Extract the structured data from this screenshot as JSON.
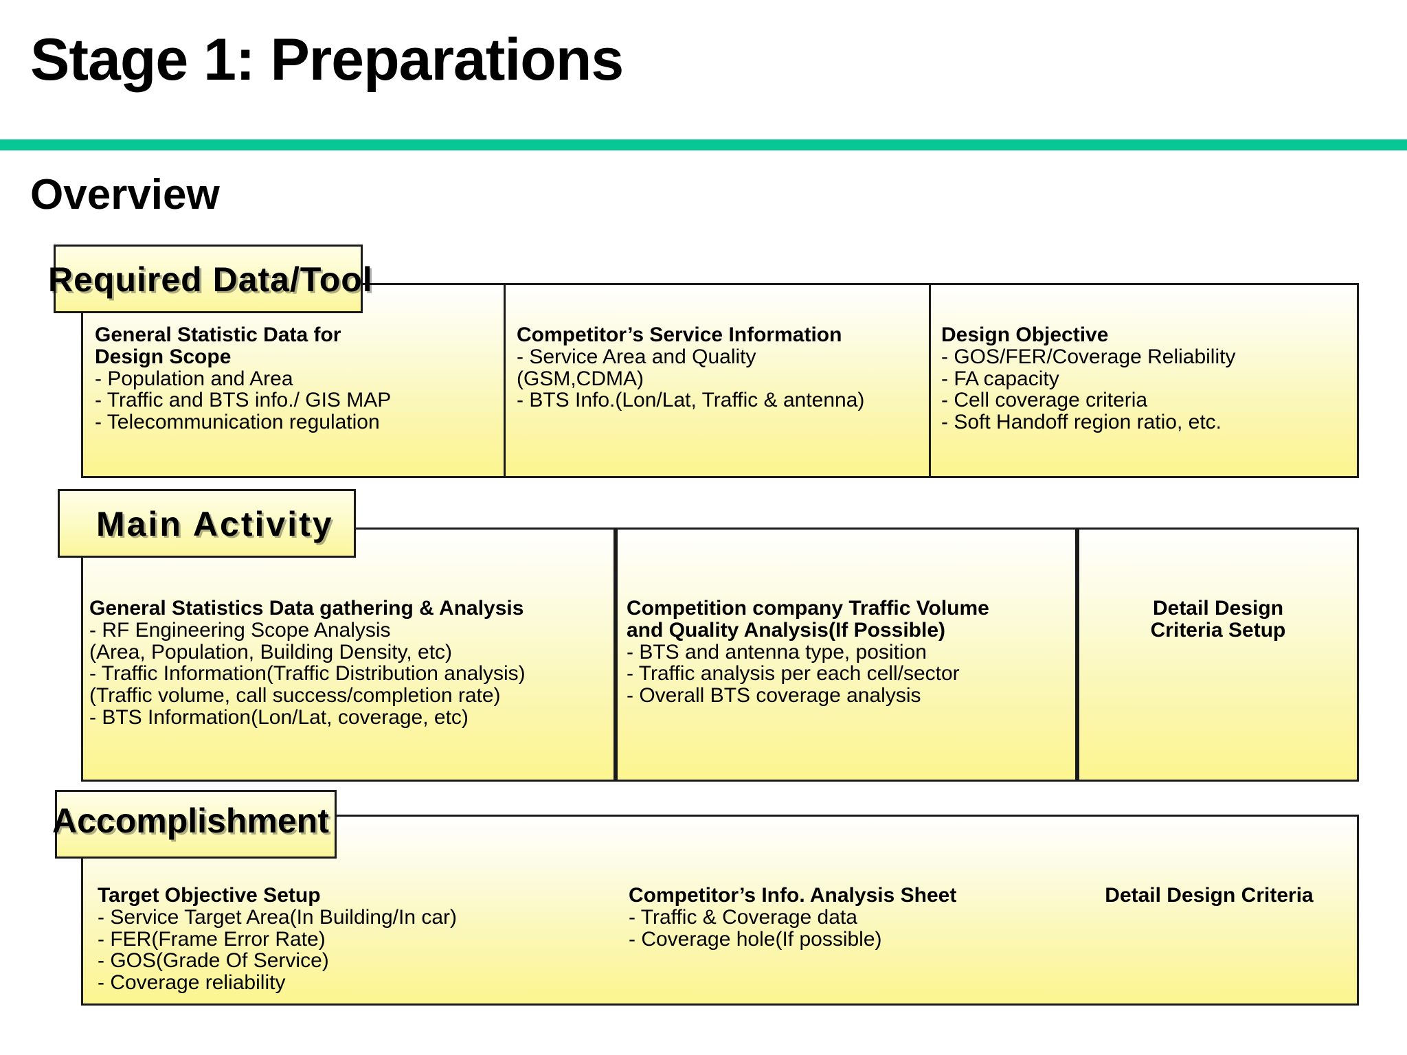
{
  "header": {
    "title": "Stage 1: Preparations",
    "subtitle": "Overview",
    "rule_color": "#06C795"
  },
  "sections": [
    {
      "tab_label": "Required Data/Tool",
      "columns": [
        {
          "heading_lines": [
            "General Statistic Data for",
            "Design Scope"
          ],
          "bullets": [
            "- Population and Area",
            "- Traffic and BTS info./ GIS MAP",
            "- Telecommunication regulation"
          ]
        },
        {
          "heading_lines": [
            "Competitor’s Service Information"
          ],
          "bullets": [
            " - Service Area and Quality",
            "    (GSM,CDMA)",
            " - BTS Info.(Lon/Lat, Traffic & antenna)"
          ]
        },
        {
          "heading_lines": [
            "Design Objective"
          ],
          "bullets": [
            " - GOS/FER/Coverage Reliability",
            " - FA capacity",
            " - Cell coverage criteria",
            " - Soft Handoff region ratio, etc."
          ]
        }
      ]
    },
    {
      "tab_label": "Main Activity",
      "columns": [
        {
          "heading_lines": [
            "General Statistics Data gathering & Analysis"
          ],
          "bullets": [
            " - RF Engineering Scope Analysis",
            "    (Area, Population, Building Density, etc)",
            " - Traffic Information(Traffic Distribution analysis)",
            "    (Traffic volume,  call success/completion rate)",
            " - BTS Information(Lon/Lat, coverage, etc)"
          ]
        },
        {
          "heading_lines": [
            "Competition company  Traffic Volume",
            "and  Quality Analysis(If Possible)"
          ],
          "bullets": [
            "  - BTS and antenna type, position",
            "  - Traffic analysis per each cell/sector",
            "  - Overall BTS coverage analysis"
          ]
        },
        {
          "heading_lines": [
            "Detail Design",
            "Criteria Setup"
          ],
          "bullets": []
        }
      ]
    },
    {
      "tab_label": "Accomplishment",
      "columns": [
        {
          "heading_lines": [
            "Target Objective Setup"
          ],
          "bullets": [
            " - Service Target Area(In Building/In car)",
            " - FER(Frame Error Rate)",
            " - GOS(Grade Of Service)",
            " - Coverage reliability"
          ]
        },
        {
          "heading_lines": [
            "Competitor’s Info. Analysis Sheet"
          ],
          "bullets": [
            "  - Traffic & Coverage data",
            "  - Coverage hole(If possible)"
          ]
        },
        {
          "heading_lines": [
            "Detail Design Criteria"
          ],
          "bullets": []
        }
      ]
    }
  ]
}
